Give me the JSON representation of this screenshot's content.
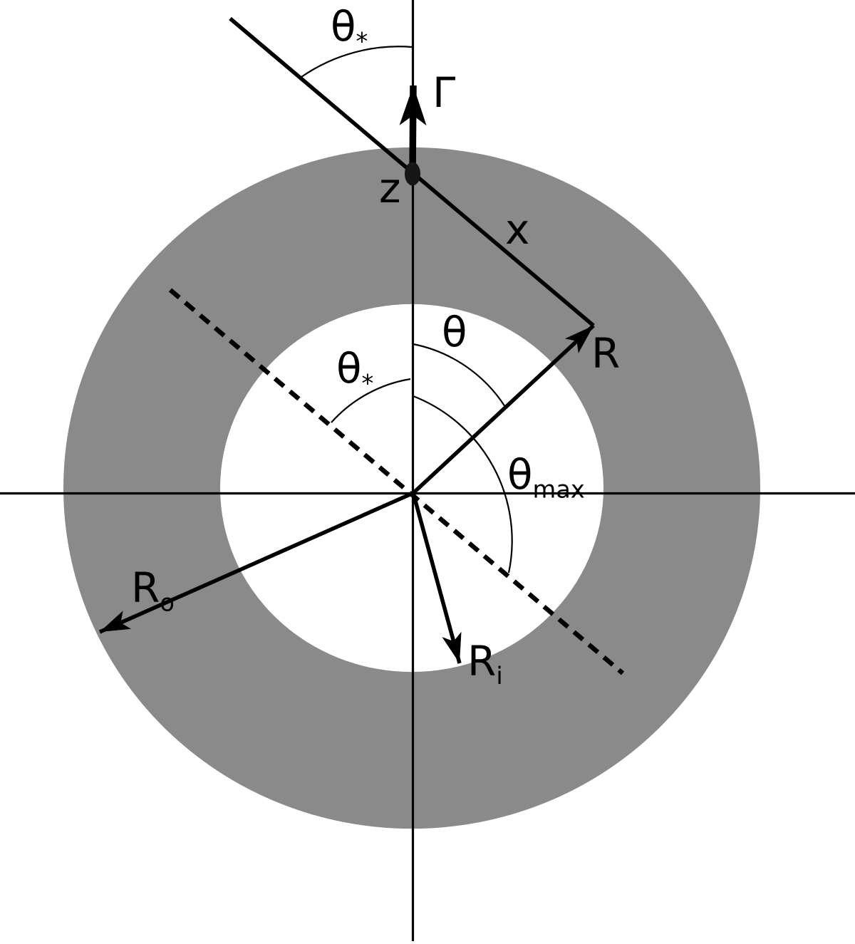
{
  "figure": {
    "colors": {
      "ring": "#8a8a8a",
      "stroke": "#000000",
      "background": "#ffffff"
    },
    "labels": {
      "theta_star_top": {
        "base": "θ",
        "sub": "*"
      },
      "gamma": "Γ",
      "z": "z",
      "x": "x",
      "theta": "θ",
      "theta_star": {
        "base": "θ",
        "sub": "*"
      },
      "theta_max": {
        "base": "θ",
        "sub": "max"
      },
      "r": "R",
      "r_outer": {
        "base": "R",
        "sub": "o"
      },
      "r_inner": {
        "base": "R",
        "sub": "i"
      }
    }
  }
}
